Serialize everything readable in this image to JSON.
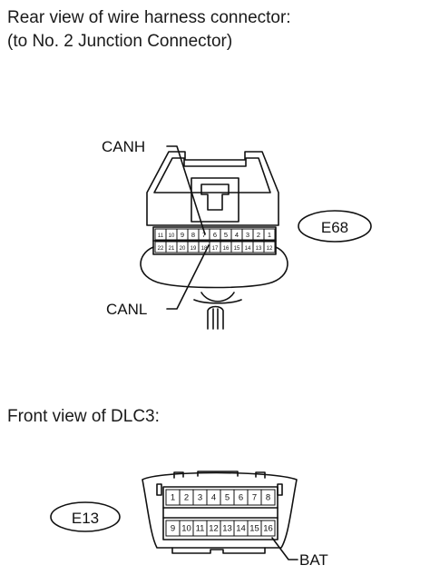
{
  "header": {
    "line1": "Rear view of wire harness connector:",
    "line2": "(to No. 2 Junction Connector)"
  },
  "connector_e68": {
    "tag": "E68",
    "top_row_pins": [
      "11",
      "10",
      "9",
      "8",
      "7",
      "6",
      "5",
      "4",
      "3",
      "2",
      "1"
    ],
    "bottom_row_pins": [
      "22",
      "21",
      "20",
      "19",
      "18",
      "17",
      "16",
      "15",
      "14",
      "13",
      "12"
    ],
    "callouts": {
      "canh": "CANH",
      "canl": "CANL"
    }
  },
  "dlc3": {
    "title": "Front view of DLC3:",
    "tag": "E13",
    "top_row_pins": [
      "1",
      "2",
      "3",
      "4",
      "5",
      "6",
      "7",
      "8"
    ],
    "bottom_row_pins": [
      "9",
      "10",
      "11",
      "12",
      "13",
      "14",
      "15",
      "16"
    ],
    "callouts": {
      "bat": "BAT"
    }
  },
  "style": {
    "line_color": "#111111",
    "background": "#ffffff"
  }
}
